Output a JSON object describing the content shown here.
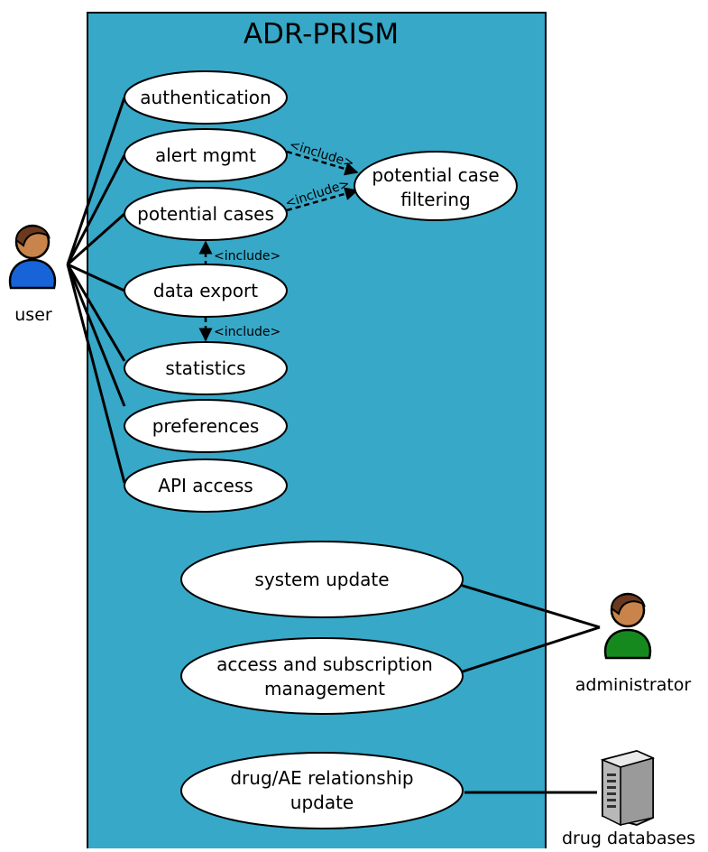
{
  "system": {
    "title": "ADR-PRISM"
  },
  "use_cases": {
    "authentication": [
      "authentication"
    ],
    "alert_mgmt": [
      "alert mgmt"
    ],
    "potential_cases": [
      "potential cases"
    ],
    "data_export": [
      "data export"
    ],
    "statistics": [
      "statistics"
    ],
    "preferences": [
      "preferences"
    ],
    "api_access": [
      "API access"
    ],
    "potential_case_filtering": [
      "potential case",
      "filtering"
    ],
    "system_update": [
      "system update"
    ],
    "access_subscription": [
      "access and subscription",
      "management"
    ],
    "drug_ae_update": [
      "drug/AE relationship",
      "update"
    ]
  },
  "relations": {
    "include_label": "<include>"
  },
  "actors": {
    "user": "user",
    "administrator": "administrator",
    "drug_databases": "drug databases"
  },
  "colors": {
    "system_fill": "#37a8c8",
    "user_body": "#1664d8",
    "admin_body": "#16891e",
    "skin": "#c8844a",
    "hair": "#6b3a1e"
  }
}
